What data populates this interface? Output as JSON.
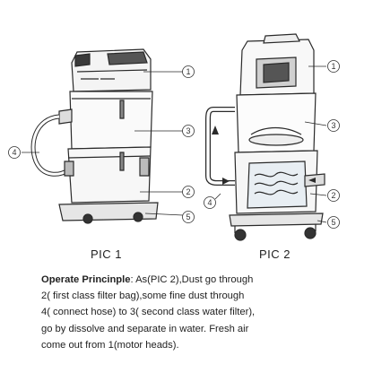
{
  "callouts": {
    "pic1": [
      "1",
      "3",
      "4",
      "2",
      "5"
    ],
    "pic2": [
      "1",
      "3",
      "4",
      "2",
      "5"
    ]
  },
  "captions": {
    "pic1": "PIC 1",
    "pic2": "PIC 2"
  },
  "description": {
    "lead": "Operate Princinple",
    "line1_rest": ": As(PIC 2),Dust go through",
    "line2": "2( first class filter bag),some fine dust through",
    "line3": "4( connect hose) to 3( second class water filter),",
    "line4": "go by dissolve and separate in water. Fresh air",
    "line5": "come out from 1(motor heads)."
  }
}
